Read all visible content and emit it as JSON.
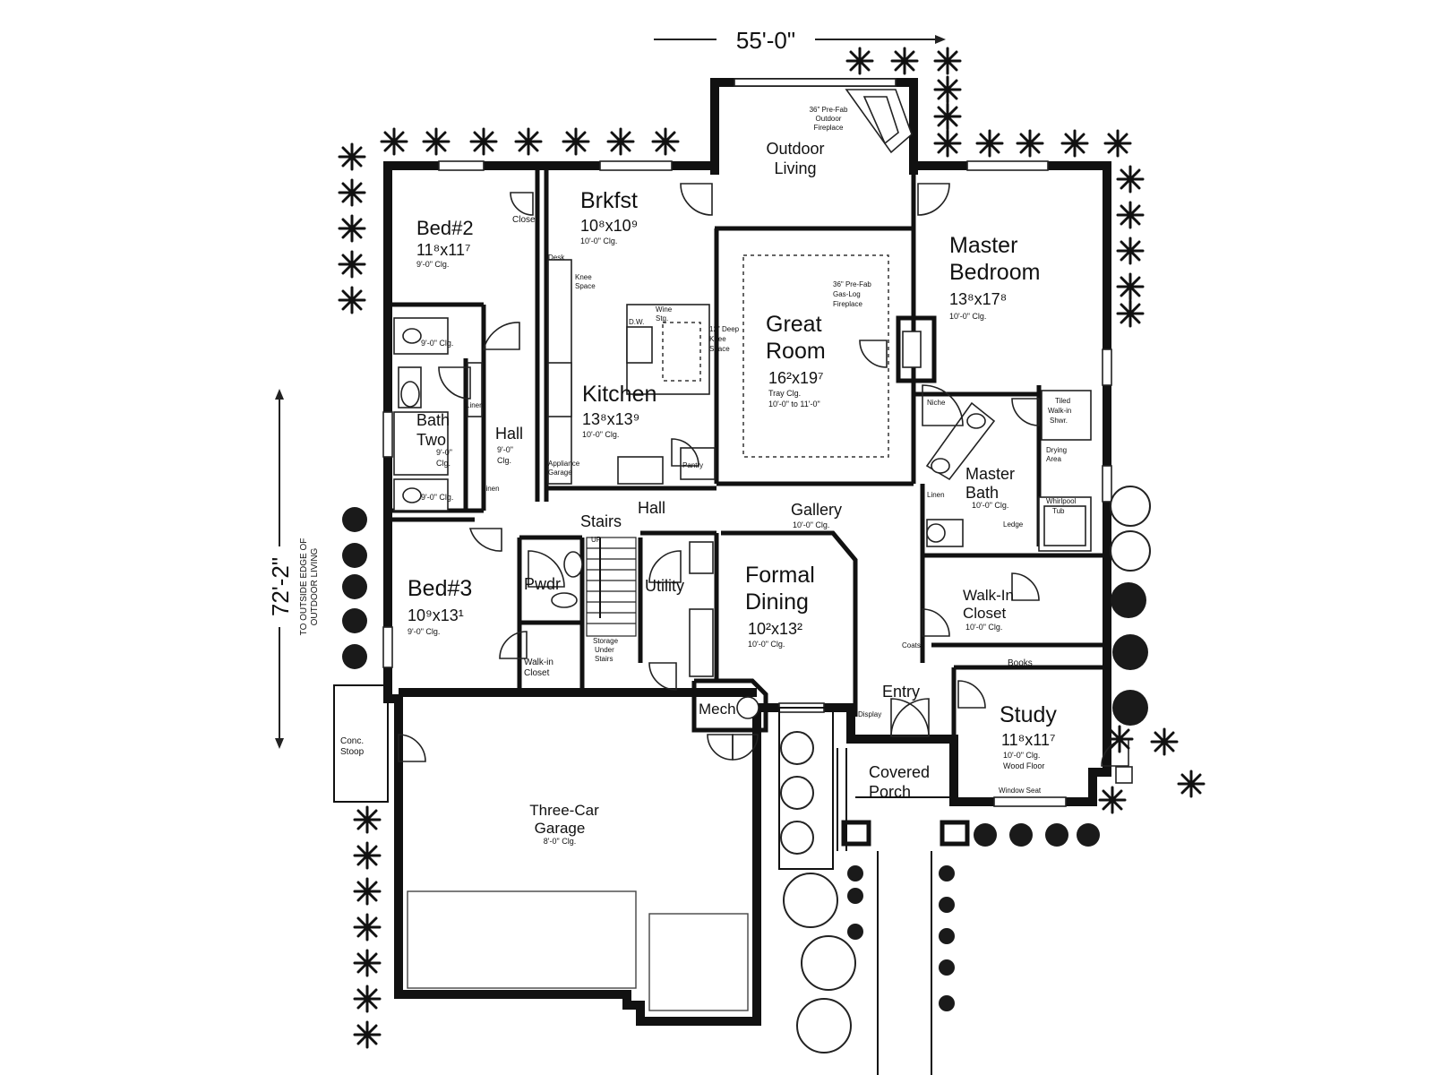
{
  "dimensions": {
    "width": "55'-0\"",
    "depth": "72'-2\"",
    "depth_note_line1": "TO OUTSIDE EDGE OF",
    "depth_note_line2": "OUTDOOR LIVING"
  },
  "rooms": {
    "outdoor_living": {
      "name_line1": "Outdoor",
      "name_line2": "Living",
      "note1": "36\" Pre-Fab",
      "note2": "Outdoor",
      "note3": "Fireplace"
    },
    "bed2": {
      "name": "Bed#2",
      "size": "11⁸x11⁷",
      "ceiling": "9'-0\" Clg."
    },
    "brkfst": {
      "name": "Brkfst",
      "size": "10⁸x10⁹",
      "ceiling": "10'-0\" Clg."
    },
    "master_bedroom": {
      "name_line1": "Master",
      "name_line2": "Bedroom",
      "size": "13⁸x17⁸",
      "ceiling": "10'-0\" Clg."
    },
    "great_room": {
      "name_line1": "Great",
      "name_line2": "Room",
      "size": "16²x19⁷",
      "ceiling1": "Tray Clg.",
      "ceiling2": "10'-0\" to 11'-0\"",
      "fp1": "36\" Pre-Fab",
      "fp2": "Gas-Log",
      "fp3": "Fireplace",
      "niche_label": "12\" Deep",
      "niche2": "Knee",
      "niche3": "Space"
    },
    "kitchen": {
      "name": "Kitchen",
      "size": "13⁸x13⁹",
      "ceiling": "10'-0\" Clg.",
      "wine": "Wine",
      "wine2": "Stg.",
      "dw": "D.W.",
      "desk": "Desk",
      "knee1": "Knee",
      "knee2": "Space",
      "appliance1": "Appliance",
      "appliance2": "Garage",
      "pantry": "Pantry"
    },
    "bath_two": {
      "name_line1": "Bath",
      "name_line2": "Two",
      "ceiling1": "9'-0\"",
      "ceiling2": "Clg.",
      "clg_top": "9'-0\" Clg.",
      "clg_bottom": "9'-0\" Clg.",
      "linen": "Linen",
      "linen2": "Linen"
    },
    "hall_left": {
      "name": "Hall",
      "ceiling1": "9'-0\"",
      "ceiling2": "Clg."
    },
    "closet": {
      "name": "Closet"
    },
    "stairs": {
      "name": "Stairs",
      "up": "UP"
    },
    "hall_center": {
      "name": "Hall"
    },
    "gallery": {
      "name": "Gallery",
      "ceiling": "10'-0\" Clg."
    },
    "master_bath": {
      "name_line1": "Master",
      "name_line2": "Bath",
      "ceiling": "10'-0\" Clg.",
      "ledge": "Ledge",
      "niche": "Niche",
      "linen": "Linen",
      "tiled1": "Tiled",
      "tiled2": "Walk-in",
      "tiled3": "Shwr.",
      "drying1": "Drying",
      "drying2": "Area",
      "whirl1": "Whirlpool",
      "whirl2": "Tub"
    },
    "bed3": {
      "name": "Bed#3",
      "size": "10⁹x13¹",
      "ceiling": "9'-0\" Clg."
    },
    "pwdr": {
      "name": "Pwdr"
    },
    "utility": {
      "name": "Utility"
    },
    "formal_dining": {
      "name_line1": "Formal",
      "name_line2": "Dining",
      "size": "10²x13²",
      "ceiling": "10'-0\" Clg."
    },
    "walk_in_closet_master": {
      "name_line1": "Walk-In",
      "name_line2": "Closet",
      "ceiling": "10'-0\" Clg."
    },
    "walk_in_closet_small": {
      "name_line1": "Walk-in",
      "name_line2": "Closet"
    },
    "storage": {
      "line1": "Storage",
      "line2": "Under",
      "line3": "Stairs"
    },
    "coats": {
      "name": "Coats"
    },
    "books": {
      "name": "Books"
    },
    "entry": {
      "name": "Entry",
      "display": "Display"
    },
    "mech": {
      "name": "Mech"
    },
    "study": {
      "name": "Study",
      "size": "11⁸x11⁷",
      "ceiling1": "10'-0\" Clg.",
      "ceiling2": "Wood Floor",
      "window_seat": "Window Seat"
    },
    "conc_stoop": {
      "line1": "Conc.",
      "line2": "Stoop"
    },
    "covered_porch": {
      "name_line1": "Covered",
      "name_line2": "Porch"
    },
    "garage": {
      "name_line1": "Three-Car",
      "name_line2": "Garage",
      "ceiling": "8'-0\" Clg."
    }
  }
}
